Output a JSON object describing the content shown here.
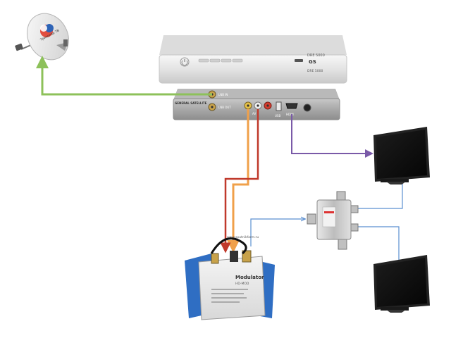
{
  "colors": {
    "satellite_cable": "#8dc15a",
    "hdmi_cable": "#7a5aa8",
    "rca_orange": "#f0a04a",
    "rca_red": "#c0392b",
    "coax_blue": "#5b8fd0",
    "modulator_body": "#2f6ec3"
  },
  "icons": {
    "satellite_dish": "satellite-dish-icon",
    "receiver": "set-top-box-icon",
    "splitter": "splitter-icon",
    "modulator": "rf-modulator-icon",
    "tv": "flat-tv-icon"
  },
  "receiver": {
    "front_model": "DRE 5000",
    "front_brand": "GS",
    "front_small": "DRE 5000"
  },
  "receiver_rear": {
    "brand": "GENERAL SATELLITE",
    "lnb_in": "LNB IN",
    "lnb_out": "LNB OUT",
    "audio_video": "AV",
    "usb": "USB",
    "hdmi": "HDMI"
  },
  "modulator": {
    "title": "Modulator",
    "url_text": "www.sputnikfarm.ru",
    "model": "HD-MOD"
  },
  "dish": {
    "logo_text": "Триколор ТВ"
  }
}
